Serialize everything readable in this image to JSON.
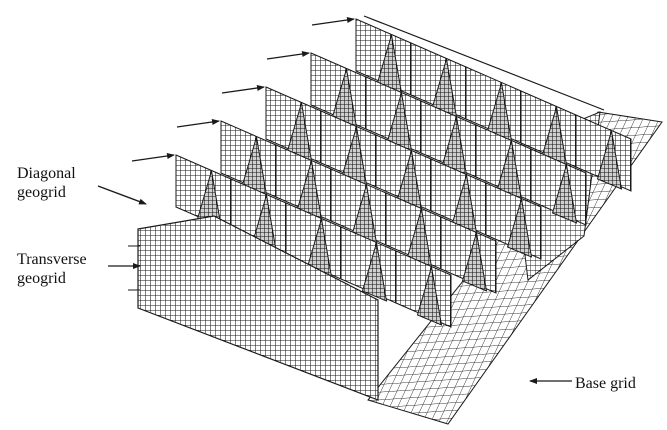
{
  "labels": {
    "diagonal": [
      "Diagonal",
      "geogrid"
    ],
    "transverse": [
      "Transverse",
      "geogrid"
    ],
    "base": "Base grid"
  },
  "colors": {
    "ink": "#1a1a1a",
    "background": "#ffffff"
  }
}
